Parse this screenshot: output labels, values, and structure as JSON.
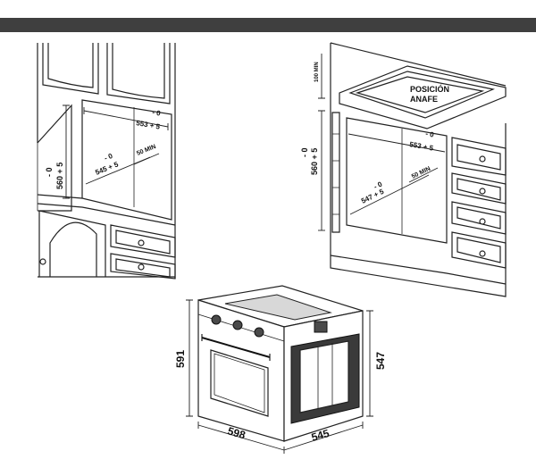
{
  "left_cabinet": {
    "height_minus": "- 0",
    "height_plus": "560 + 5",
    "width_top_minus": "- 0",
    "width_top_plus": "553 + 5",
    "width_bottom_minus": "- 0",
    "width_bottom_plus": "545 + 5",
    "depth_min": "50 MIN"
  },
  "right_cabinet": {
    "top_min": "100 MIN",
    "label_line1": "POSICIÓN",
    "label_line2": "ANAFE",
    "height_minus": "- 0",
    "height_plus": "560 + 5",
    "width_top_minus": "- 0",
    "width_top_plus": "553 + 5",
    "width_bottom_minus": "- 0",
    "width_bottom_plus": "547 + 5",
    "depth_min": "50 MIN"
  },
  "oven": {
    "height": "591",
    "width": "598",
    "depth": "545",
    "side_height": "547"
  }
}
